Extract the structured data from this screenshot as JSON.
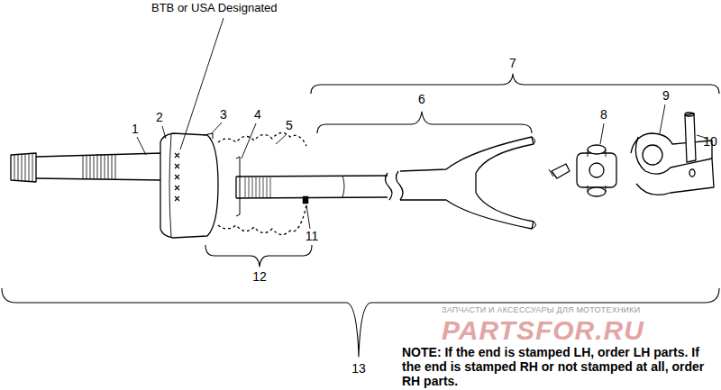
{
  "diagram": {
    "labels": [
      "BTB or USA Designated",
      "1",
      "2",
      "3",
      "4",
      "5",
      "6",
      "7",
      "8",
      "9",
      "10",
      "11",
      "12",
      "13",
      "ЗАПЧАСТИ И АКСЕССУАРЫ ДЛЯ МОТОТЕХНИКИ",
      "PARTSFOR.RU",
      "NOTE: If the end is stamped LH, order LH parts. If the end is stamped RH or not stamped at all, order RH parts."
    ]
  }
}
